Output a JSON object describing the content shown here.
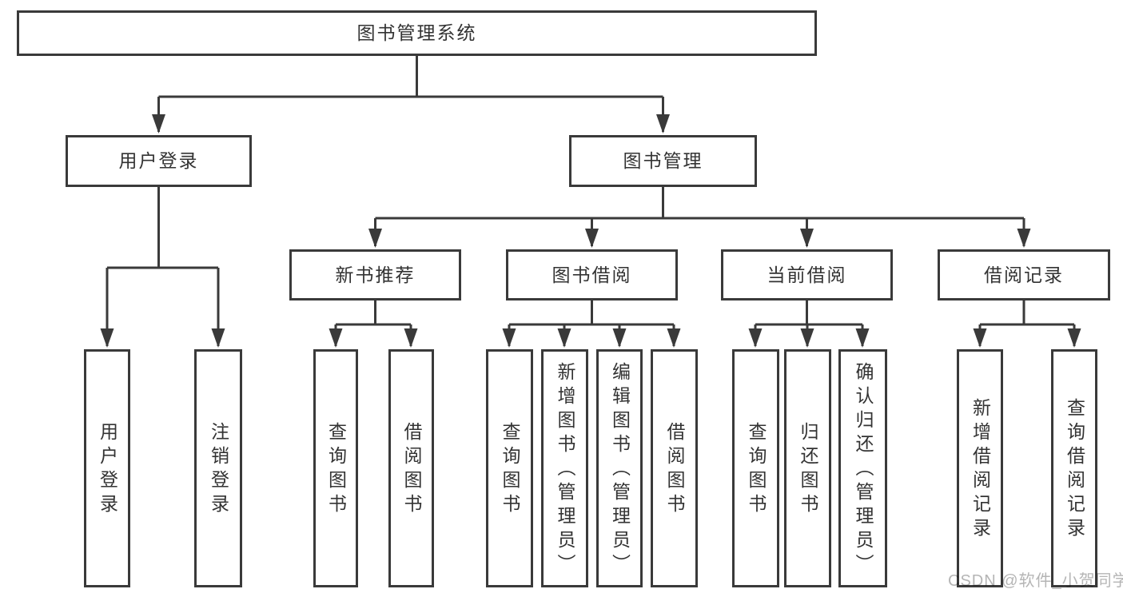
{
  "diagram": {
    "type": "hierarchy-tree",
    "root": {
      "label": "图书管理系统"
    },
    "branches": [
      {
        "label": "用户登录",
        "children": [
          {
            "label": "用户登录"
          },
          {
            "label": "注销登录"
          }
        ]
      },
      {
        "label": "图书管理",
        "children": [
          {
            "label": "新书推荐",
            "children": [
              {
                "label": "查询图书"
              },
              {
                "label": "借阅图书"
              }
            ]
          },
          {
            "label": "图书借阅",
            "children": [
              {
                "label": "查询图书"
              },
              {
                "label": "新增图书（管理员）"
              },
              {
                "label": "编辑图书（管理员）"
              },
              {
                "label": "借阅图书"
              }
            ]
          },
          {
            "label": "当前借阅",
            "children": [
              {
                "label": "查询图书"
              },
              {
                "label": "归还图书"
              },
              {
                "label": "确认归还（管理员）"
              }
            ]
          },
          {
            "label": "借阅记录",
            "children": [
              {
                "label": "新增借阅记录"
              },
              {
                "label": "查询借阅记录"
              }
            ]
          }
        ]
      }
    ]
  },
  "watermark": {
    "text": "CSDN @软件_小贺同学"
  },
  "colors": {
    "line": "#3a3a3a",
    "text": "#333333",
    "background": "#ffffff",
    "watermark": "#b5b5b5"
  }
}
